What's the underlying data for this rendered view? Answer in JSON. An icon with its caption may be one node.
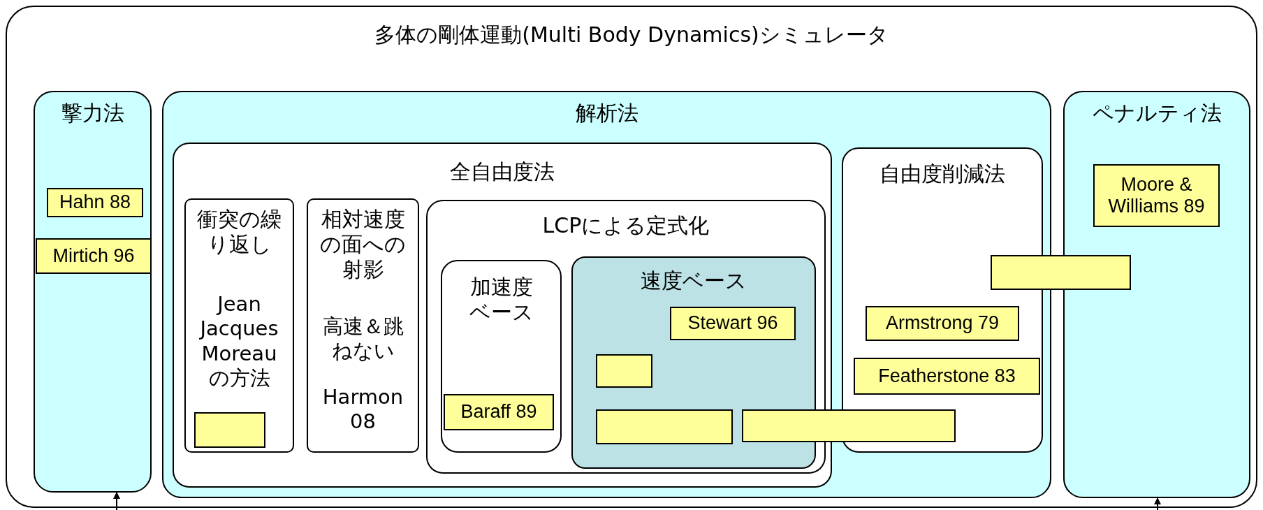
{
  "diagram": {
    "nodes": [
      {
        "text": [
          "多体の剛体運動(Multi Body Dynamics)シミュレータ"
        ]
      },
      {
        "text": [
          "撃力法"
        ],
        "in": 0
      },
      {
        "text": [
          "Hahn 88"
        ],
        "in": 1
      },
      {
        "text": [
          "Mirtich 96"
        ],
        "in": 1
      },
      {
        "text": [
          "解析法"
        ],
        "in": 0
      },
      {
        "text": [
          "全自由度法"
        ],
        "in": 4
      },
      {
        "text": [
          "衝突の繰り返し",
          "Jean Jacques Moreauの方法"
        ],
        "in": 5
      },
      {
        "text": [],
        "shape": "box",
        "in": 6
      },
      {
        "text": [
          "相対速度の面への射影",
          "高速＆跳ねない",
          "Harmon 08"
        ],
        "in": 5
      },
      {
        "text": [
          "LCPによる定式化"
        ],
        "in": 5
      },
      {
        "text": [
          "加速度ベース"
        ],
        "in": 9
      },
      {
        "text": [
          "Baraff 89"
        ],
        "in": 10
      },
      {
        "text": [
          "速度ベース"
        ],
        "in": 9
      },
      {
        "text": [
          "Stewart 96"
        ],
        "in": 12
      },
      {
        "text": [],
        "shape": "box",
        "in": 12
      },
      {
        "text": [],
        "shape": "box",
        "in": 12
      },
      {
        "text": [],
        "shape": "box",
        "in": 4
      },
      {
        "text": [
          "自由度削減法"
        ],
        "in": 4
      },
      {
        "text": [
          "Armstrong 79"
        ],
        "in": 17
      },
      {
        "text": [
          "Featherstone 83"
        ],
        "in": 17
      },
      {
        "text": [],
        "shape": "box",
        "in": 0
      },
      {
        "text": [
          "ペナルティ法"
        ],
        "in": 0
      },
      {
        "text": [
          "Moore & Williams 89"
        ],
        "in": 21
      }
    ],
    "edges": [
      {
        "from": null,
        "to": 1,
        "arrow": "to"
      },
      {
        "from": null,
        "to": 21,
        "arrow": "to"
      }
    ]
  }
}
